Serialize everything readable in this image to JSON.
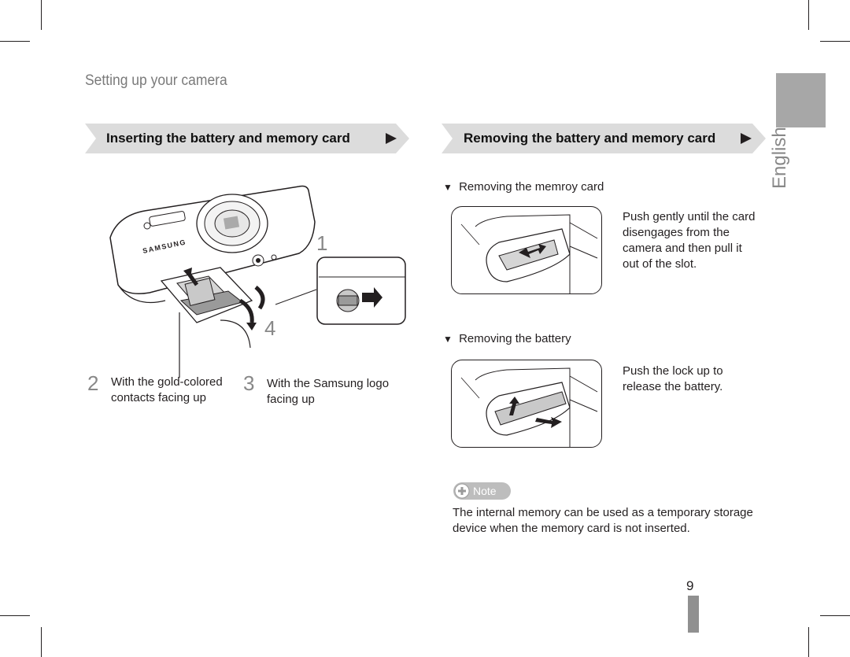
{
  "header": {
    "section_title": "Setting up your camera",
    "language_tab": "English"
  },
  "left": {
    "banner_title": "Inserting the battery and memory card",
    "step_labels": [
      "1",
      "2",
      "3",
      "4"
    ],
    "captions": [
      {
        "num": "2",
        "line1": "With the gold-colored",
        "line2": "contacts facing up"
      },
      {
        "num": "3",
        "line1": "With the Samsung logo",
        "line2": "facing up"
      }
    ],
    "camera_brand": "SAMSUNG"
  },
  "right": {
    "banner_title": "Removing the battery and memory card",
    "memory": {
      "bullet": "▼",
      "heading": "Removing the memroy card",
      "text_lines": [
        "Push gently until the card",
        "disengages from the",
        "camera and then pull it",
        "out of the slot."
      ]
    },
    "battery": {
      "bullet": "▼",
      "heading": "Removing the battery",
      "text_lines": [
        "Push the lock up to",
        "release the battery."
      ]
    },
    "note": {
      "label": "Note",
      "icon": "plus-circle-icon",
      "text_line1": "The internal memory can be used as a temporary storage",
      "text_line2": "device when the memory card is not inserted."
    }
  },
  "footer": {
    "page_number": "9"
  },
  "colors": {
    "banner_gray": "#dcdcdc",
    "tab_gray": "#a7a7a7",
    "text": "#231f20"
  }
}
